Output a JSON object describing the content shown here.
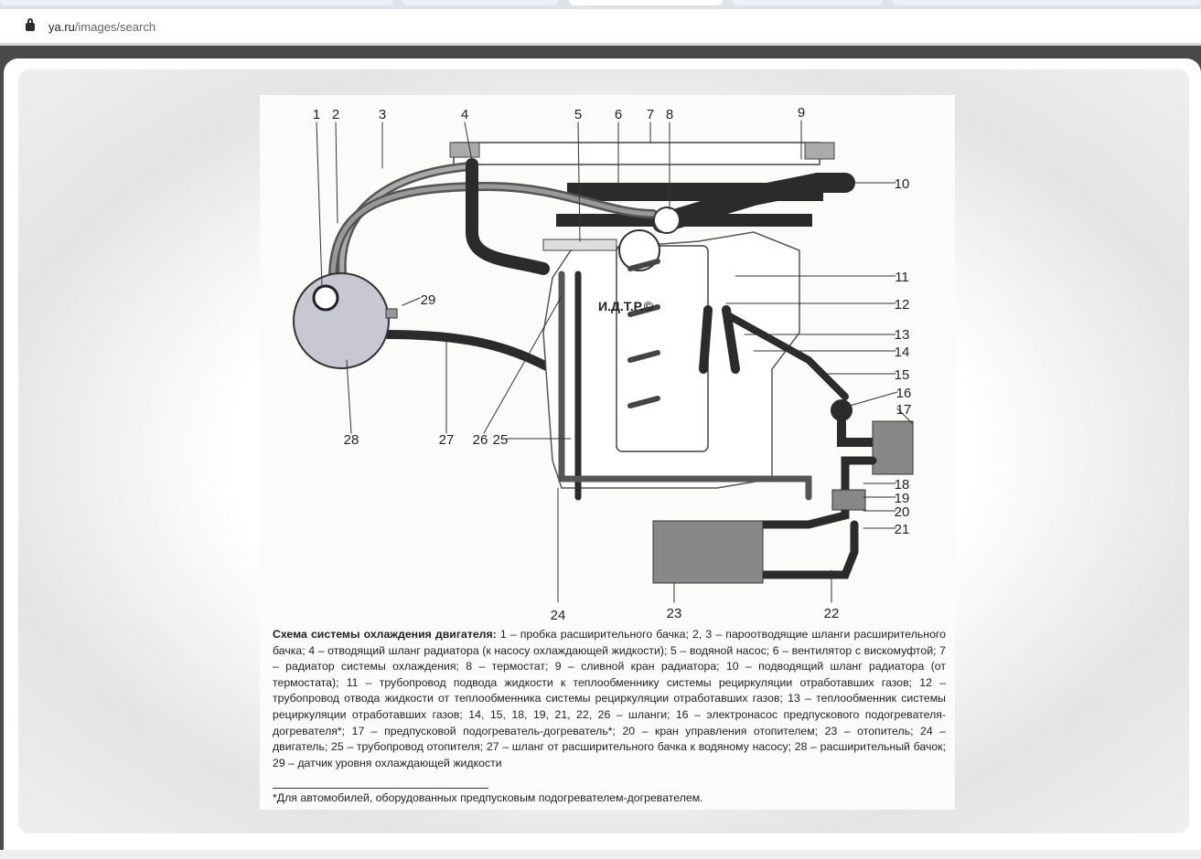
{
  "browser": {
    "url_host": "ya.ru",
    "url_path": "/images/search"
  },
  "diagram": {
    "labels": [
      "1",
      "2",
      "3",
      "4",
      "5",
      "6",
      "7",
      "8",
      "9",
      "10",
      "11",
      "12",
      "13",
      "14",
      "15",
      "16",
      "17",
      "18",
      "19",
      "20",
      "21",
      "22",
      "23",
      "24",
      "25",
      "26",
      "27",
      "28",
      "29"
    ],
    "watermark": "И.Д.Т.Р.©"
  },
  "caption": {
    "title": "Схема системы охлаждения двигателя:",
    "text": "1 – пробка расширительного бачка; 2, 3 – пароотводящие шланги расширительного бачка; 4 – отводящий шланг радиатора (к насосу охлаждающей жидкости); 5 – водяной насос; 6 – вентилятор с вискомуфтой; 7 – радиатор системы охлаждения; 8 – термостат; 9 – сливной кран радиатора; 10 – подводящий шланг радиатора (от термостата); 11 – трубопровод подвода жидкости к теплообменнику системы рециркуляции отработавших газов; 12 – трубопровод отвода жидкости от теплообменника системы рециркуляции отработавших газов; 13 – теплообменник системы рециркуляции отработавших газов; 14, 15, 18, 19, 21, 22, 26 – шланги; 16 – электронасос предпускового подогревателя-догревателя*; 17 – предпусковой подогреватель-догреватель*; 20 – кран управления отопителем; 23 – отопитель; 24 – двигатель; 25 – трубопровод отопителя; 27 – шланг от расширительного бачка к водяному насосу; 28 – расширительный бачок; 29 – датчик уровня охлаждающей жидкости",
    "footnote": "*Для автомобилей, оборудованных предпусковым подогревателем-догревателем."
  }
}
